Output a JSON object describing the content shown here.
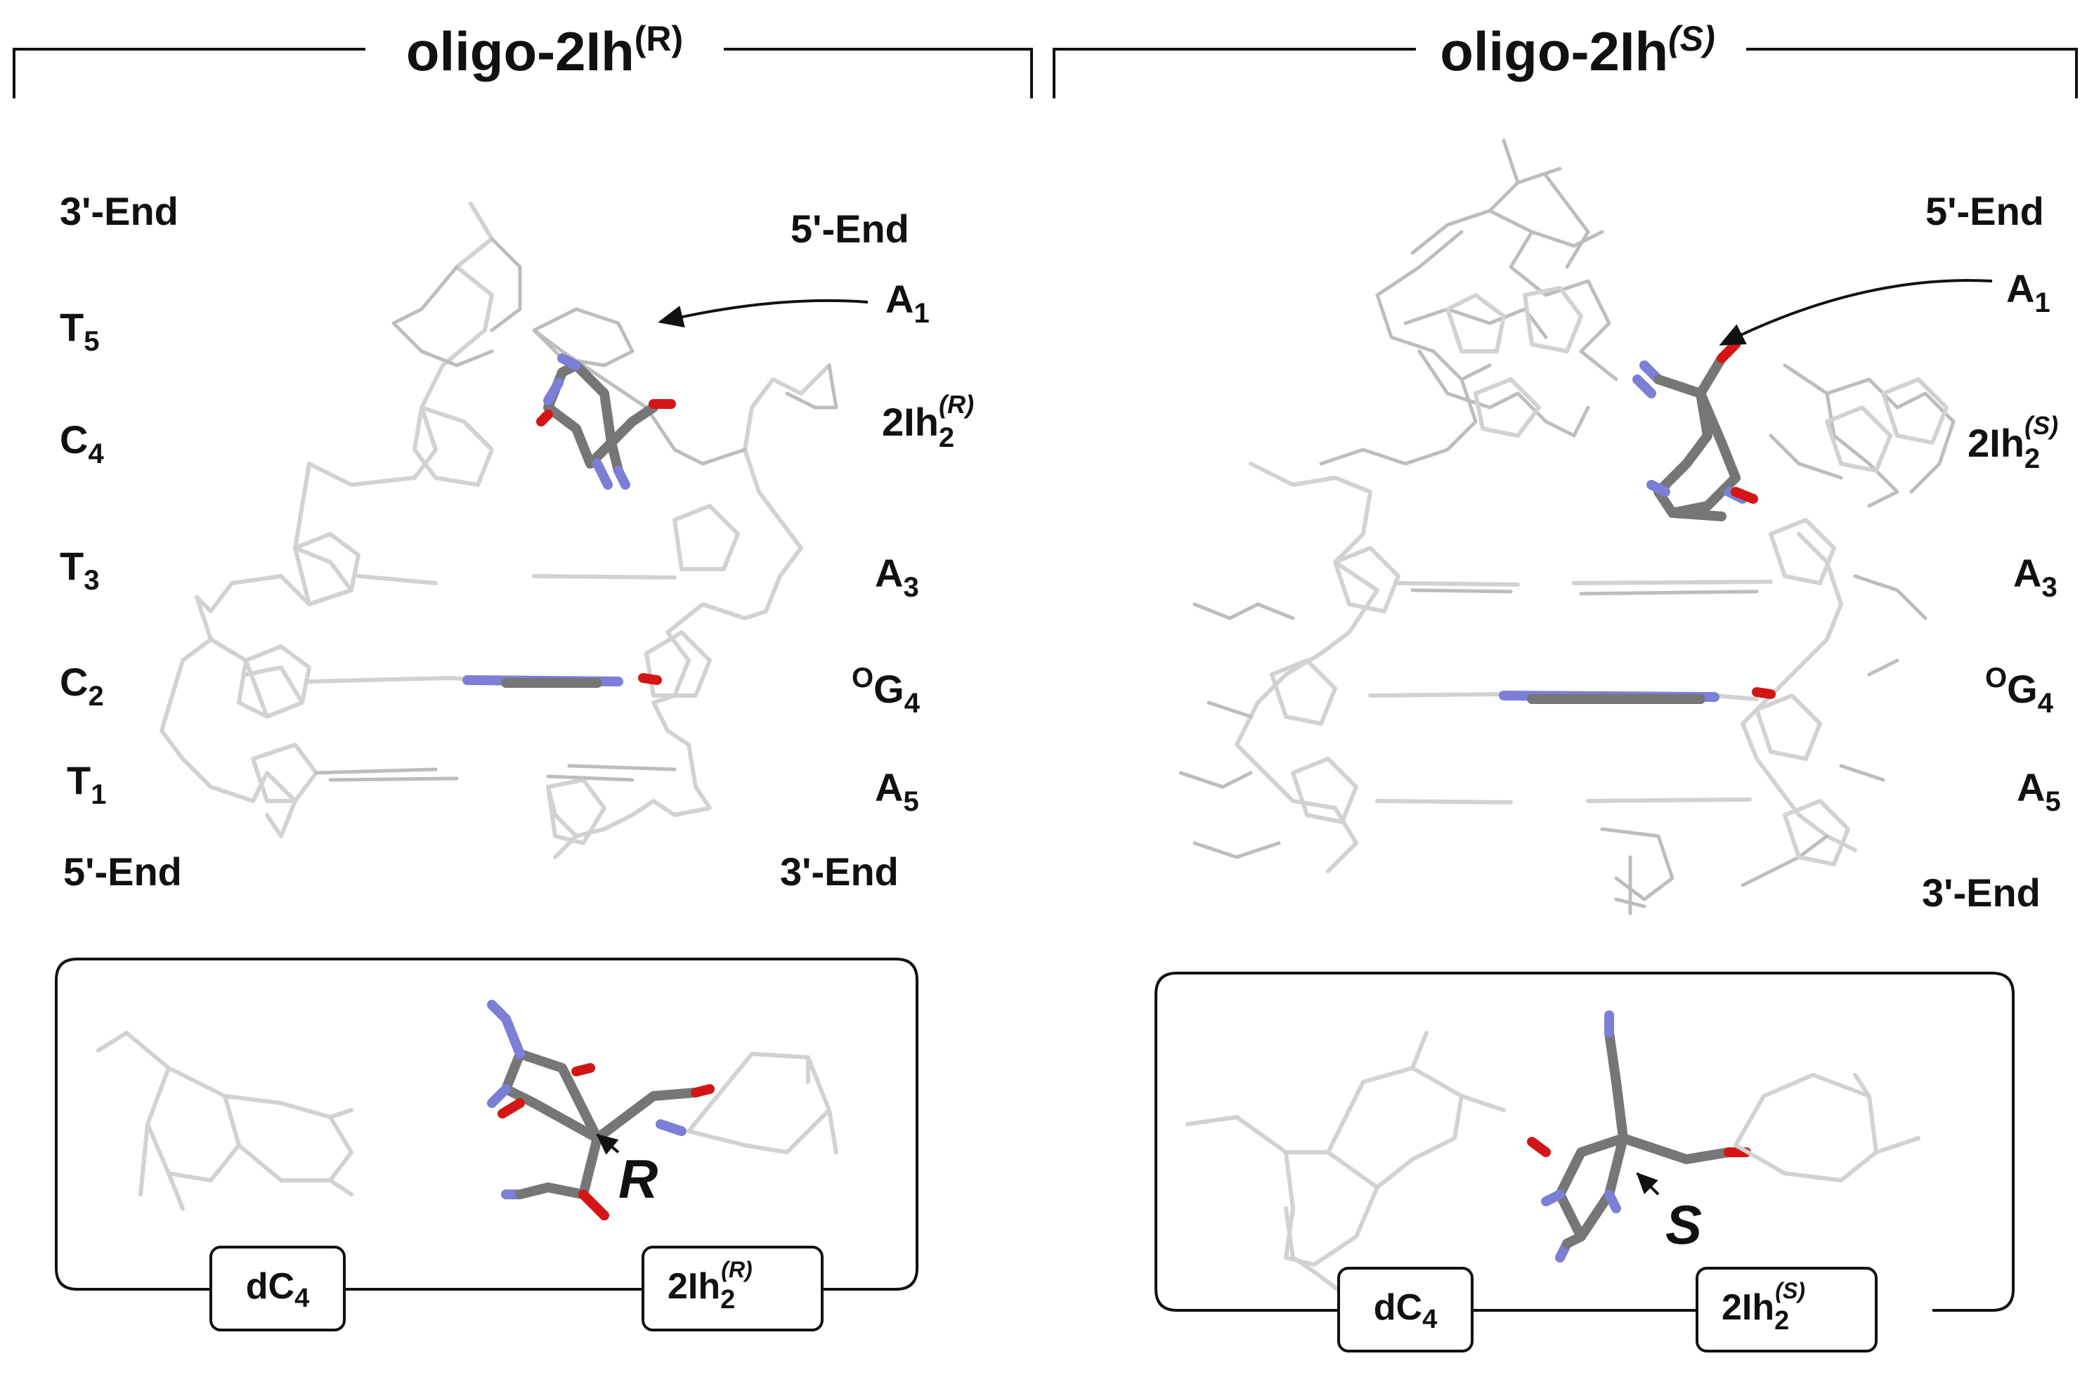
{
  "panels": [
    {
      "title_main": "oligo-2Ih",
      "title_sup": "(R)",
      "left_labels": [
        {
          "main": "3'-End",
          "sub": ""
        },
        {
          "main": "T",
          "sub": "5"
        },
        {
          "main": "C",
          "sub": "4"
        },
        {
          "main": "T",
          "sub": "3"
        },
        {
          "main": "C",
          "sub": "2"
        },
        {
          "main": "T",
          "sub": "1"
        },
        {
          "main": "5'-End",
          "sub": ""
        }
      ],
      "right_labels": [
        {
          "pre": "",
          "main": "5'-End",
          "sub": "",
          "sup": ""
        },
        {
          "pre": "",
          "main": "A",
          "sub": "1",
          "sup": ""
        },
        {
          "pre": "",
          "main": "2Ih",
          "sub": "2",
          "sup": "(R)"
        },
        {
          "pre": "",
          "main": "A",
          "sub": "3",
          "sup": ""
        },
        {
          "pre": "O",
          "main": "G",
          "sub": "4",
          "sup": ""
        },
        {
          "pre": "",
          "main": "A",
          "sub": "5",
          "sup": ""
        },
        {
          "pre": "",
          "main": "3'-End",
          "sub": "",
          "sup": ""
        }
      ],
      "inset": {
        "left_tag": {
          "main": "dC",
          "sub": "4"
        },
        "right_tag": {
          "main": "2Ih",
          "sub": "2",
          "sup": "(R)"
        },
        "stereo_label": "R"
      }
    },
    {
      "title_main": "oligo-2Ih",
      "title_sup": "(S)",
      "right_labels": [
        {
          "pre": "",
          "main": "5'-End",
          "sub": "",
          "sup": ""
        },
        {
          "pre": "",
          "main": "A",
          "sub": "1",
          "sup": ""
        },
        {
          "pre": "",
          "main": "2Ih",
          "sub": "2",
          "sup": "(S)"
        },
        {
          "pre": "",
          "main": "A",
          "sub": "3",
          "sup": ""
        },
        {
          "pre": "O",
          "main": "G",
          "sub": "4",
          "sup": ""
        },
        {
          "pre": "",
          "main": "A",
          "sub": "5",
          "sup": ""
        },
        {
          "pre": "",
          "main": "3'-End",
          "sub": "",
          "sup": ""
        }
      ],
      "inset": {
        "left_tag": {
          "main": "dC",
          "sub": "4"
        },
        "right_tag": {
          "main": "2Ih",
          "sub": "2",
          "sup": "(S)"
        },
        "stereo_label": "S"
      }
    }
  ],
  "colors": {
    "backbone": "#d2d2d2",
    "lesion_carbon": "#767676",
    "nitrogen": "#7b7fd6",
    "oxygen": "#d41515"
  }
}
